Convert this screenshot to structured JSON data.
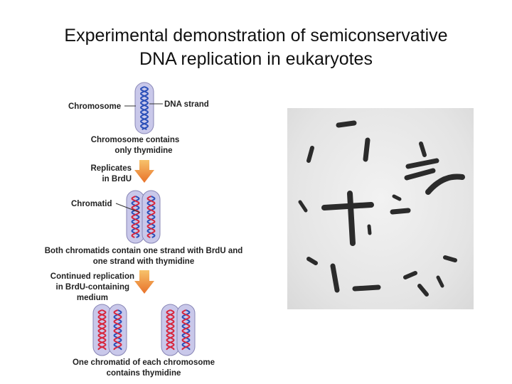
{
  "title": {
    "line1": "Experimental demonstration of semiconservative",
    "line2": "DNA replication in eukaryotes"
  },
  "labels": {
    "chromosome": "Chromosome",
    "dna_strand": "DNA strand",
    "step1": [
      "Chromosome contains",
      "only thymidine"
    ],
    "arrow1": [
      "Replicates",
      "in BrdU"
    ],
    "chromatid": "Chromatid",
    "step2": [
      "Both chromatids contain one strand with BrdU and",
      "one strand with thymidine"
    ],
    "arrow2": [
      "Continued replication",
      "in BrdU-containing",
      "medium"
    ],
    "step3": [
      "One chromatid of each chromosome",
      "contains thymidine"
    ]
  },
  "colors": {
    "chromatid_fill": "#c9c8ea",
    "chromatid_stroke": "#8886b6",
    "thymidine_strand": "#2a4fb8",
    "brdu_strand": "#d7263d",
    "arrow_top": "#f7c26b",
    "arrow_bottom": "#e8722a",
    "micrograph_chromosome": "#2b2b2b"
  }
}
